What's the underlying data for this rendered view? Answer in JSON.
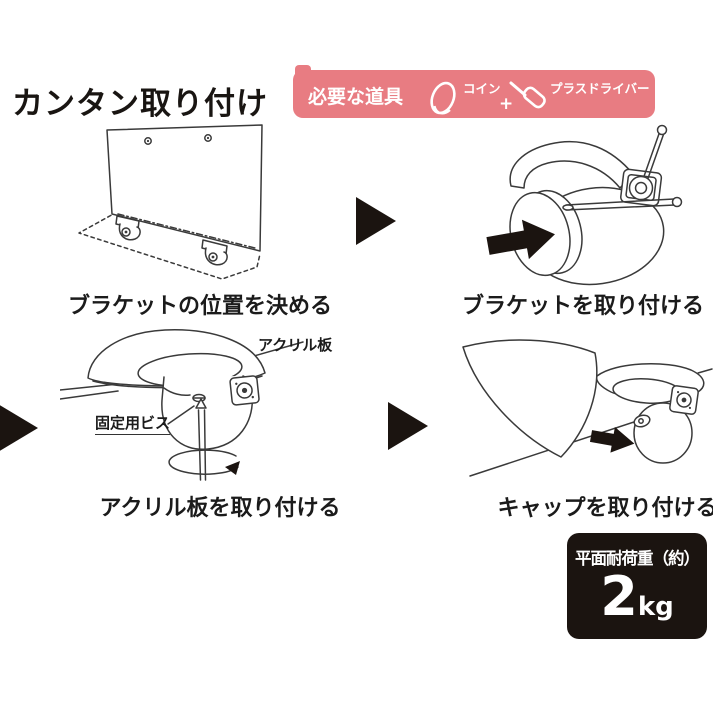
{
  "page": {
    "title": "カンタン取り付け",
    "background": "#ffffff"
  },
  "tools_banner": {
    "label": "必要な道具",
    "bg_color": "#e87c82",
    "plus_mark": "+",
    "items": [
      {
        "icon": "coin-icon",
        "label": "コイン"
      },
      {
        "icon": "screwdriver-icon",
        "label": "プラスドライバー"
      }
    ]
  },
  "steps": [
    {
      "id": 1,
      "caption": "ブラケットの位置を決める"
    },
    {
      "id": 2,
      "caption": "ブラケットを取り付ける"
    },
    {
      "id": 3,
      "caption": "アクリル板を取り付ける",
      "labels": {
        "plate": "アクリル板",
        "screw": "固定用ビス"
      }
    },
    {
      "id": 4,
      "caption": "キャップを取り付ける"
    }
  ],
  "load_capacity": {
    "label": "平面耐荷重（約）",
    "value": "2",
    "unit": "kg",
    "bg_color": "#1b1410"
  }
}
